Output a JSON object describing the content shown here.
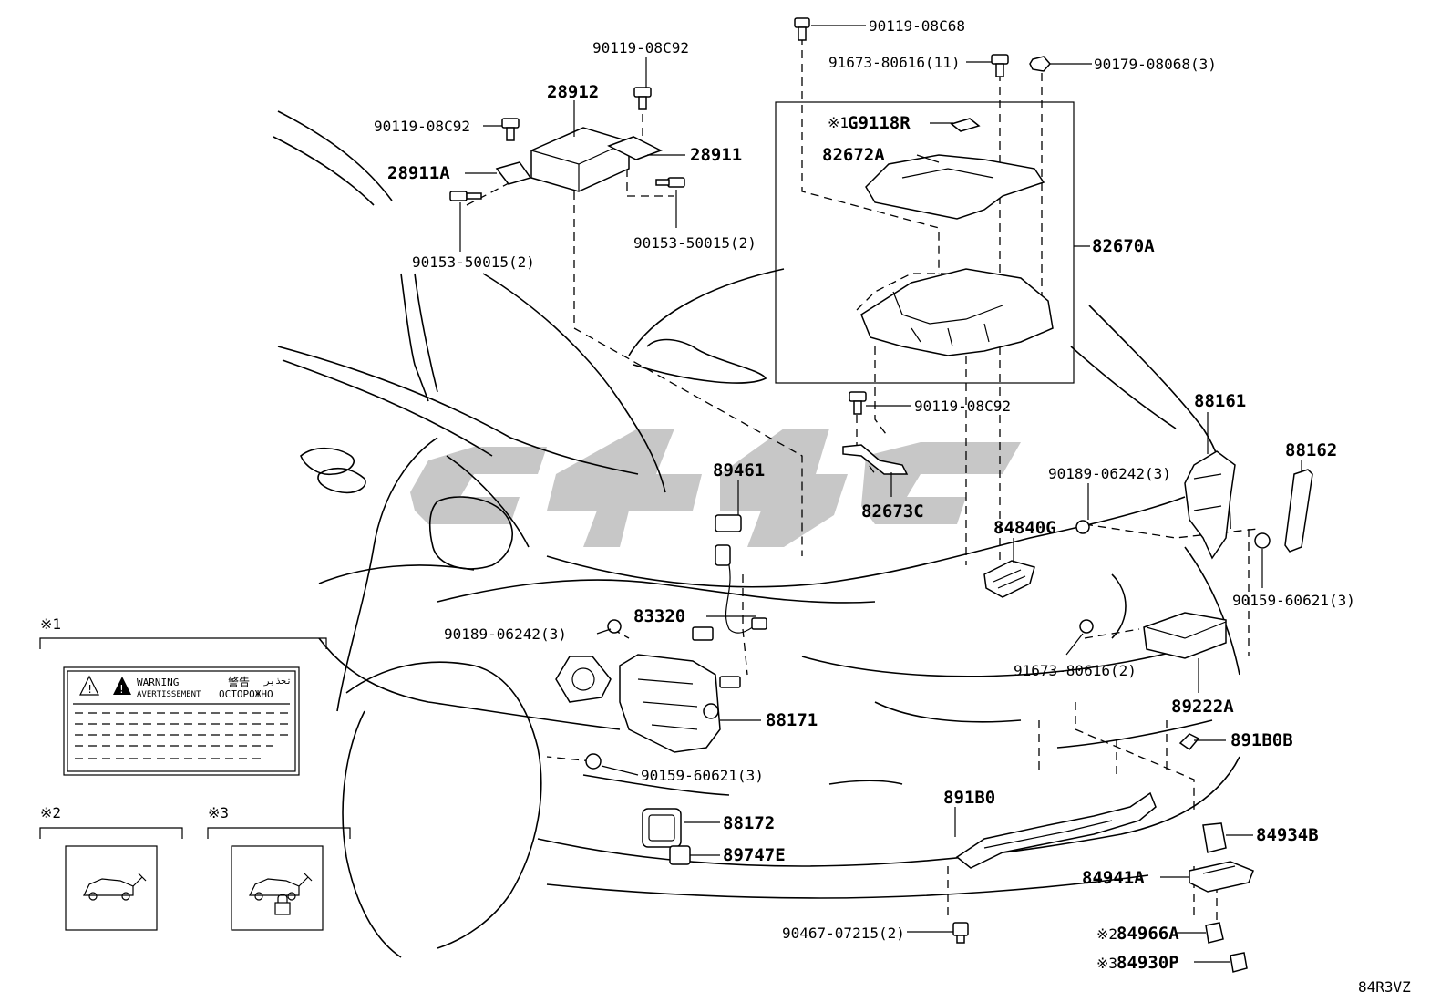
{
  "diagram_code": "84R3VZ",
  "callouts": {
    "c1": "90119-08C68",
    "c2": "90119-08C92",
    "c3": "91673-80616(11)",
    "c4": "90179-08068(3)",
    "c5": "28912",
    "c6": "90119-08C92",
    "c7": "28911",
    "c8": "28911A",
    "c9": "90153-50015(2)",
    "c10": "90153-50015(2)",
    "c11": "G9118R",
    "c12": "82672A",
    "c13": "82670A",
    "c14": "90119-08C92",
    "c15": "89461",
    "c16": "82673C",
    "c17": "84840G",
    "c18": "90189-06242(3)",
    "c19": "88161",
    "c20": "88162",
    "c21": "90159-60621(3)",
    "c22": "83320",
    "c23": "90189-06242(3)",
    "c24": "91673-80616(2)",
    "c25": "89222A",
    "c26": "88171",
    "c27": "90159-60621(3)",
    "c28": "891B0B",
    "c29": "891B0",
    "c30": "88172",
    "c31": "89747E",
    "c32": "84934B",
    "c33": "84941A",
    "c34": "90467-07215(2)",
    "c35": "84966A",
    "c36": "84930P"
  },
  "notes": {
    "n1": "※1",
    "n2": "※2",
    "n3": "※3",
    "n11": "※1",
    "n35": "※2",
    "n36": "※3"
  },
  "warning_label": {
    "line1": "WARNING",
    "line2": "AVERTISSEMENT",
    "kanji": "警告",
    "russian": "ОСТОРОЖНО",
    "arabic": "تحذير"
  }
}
